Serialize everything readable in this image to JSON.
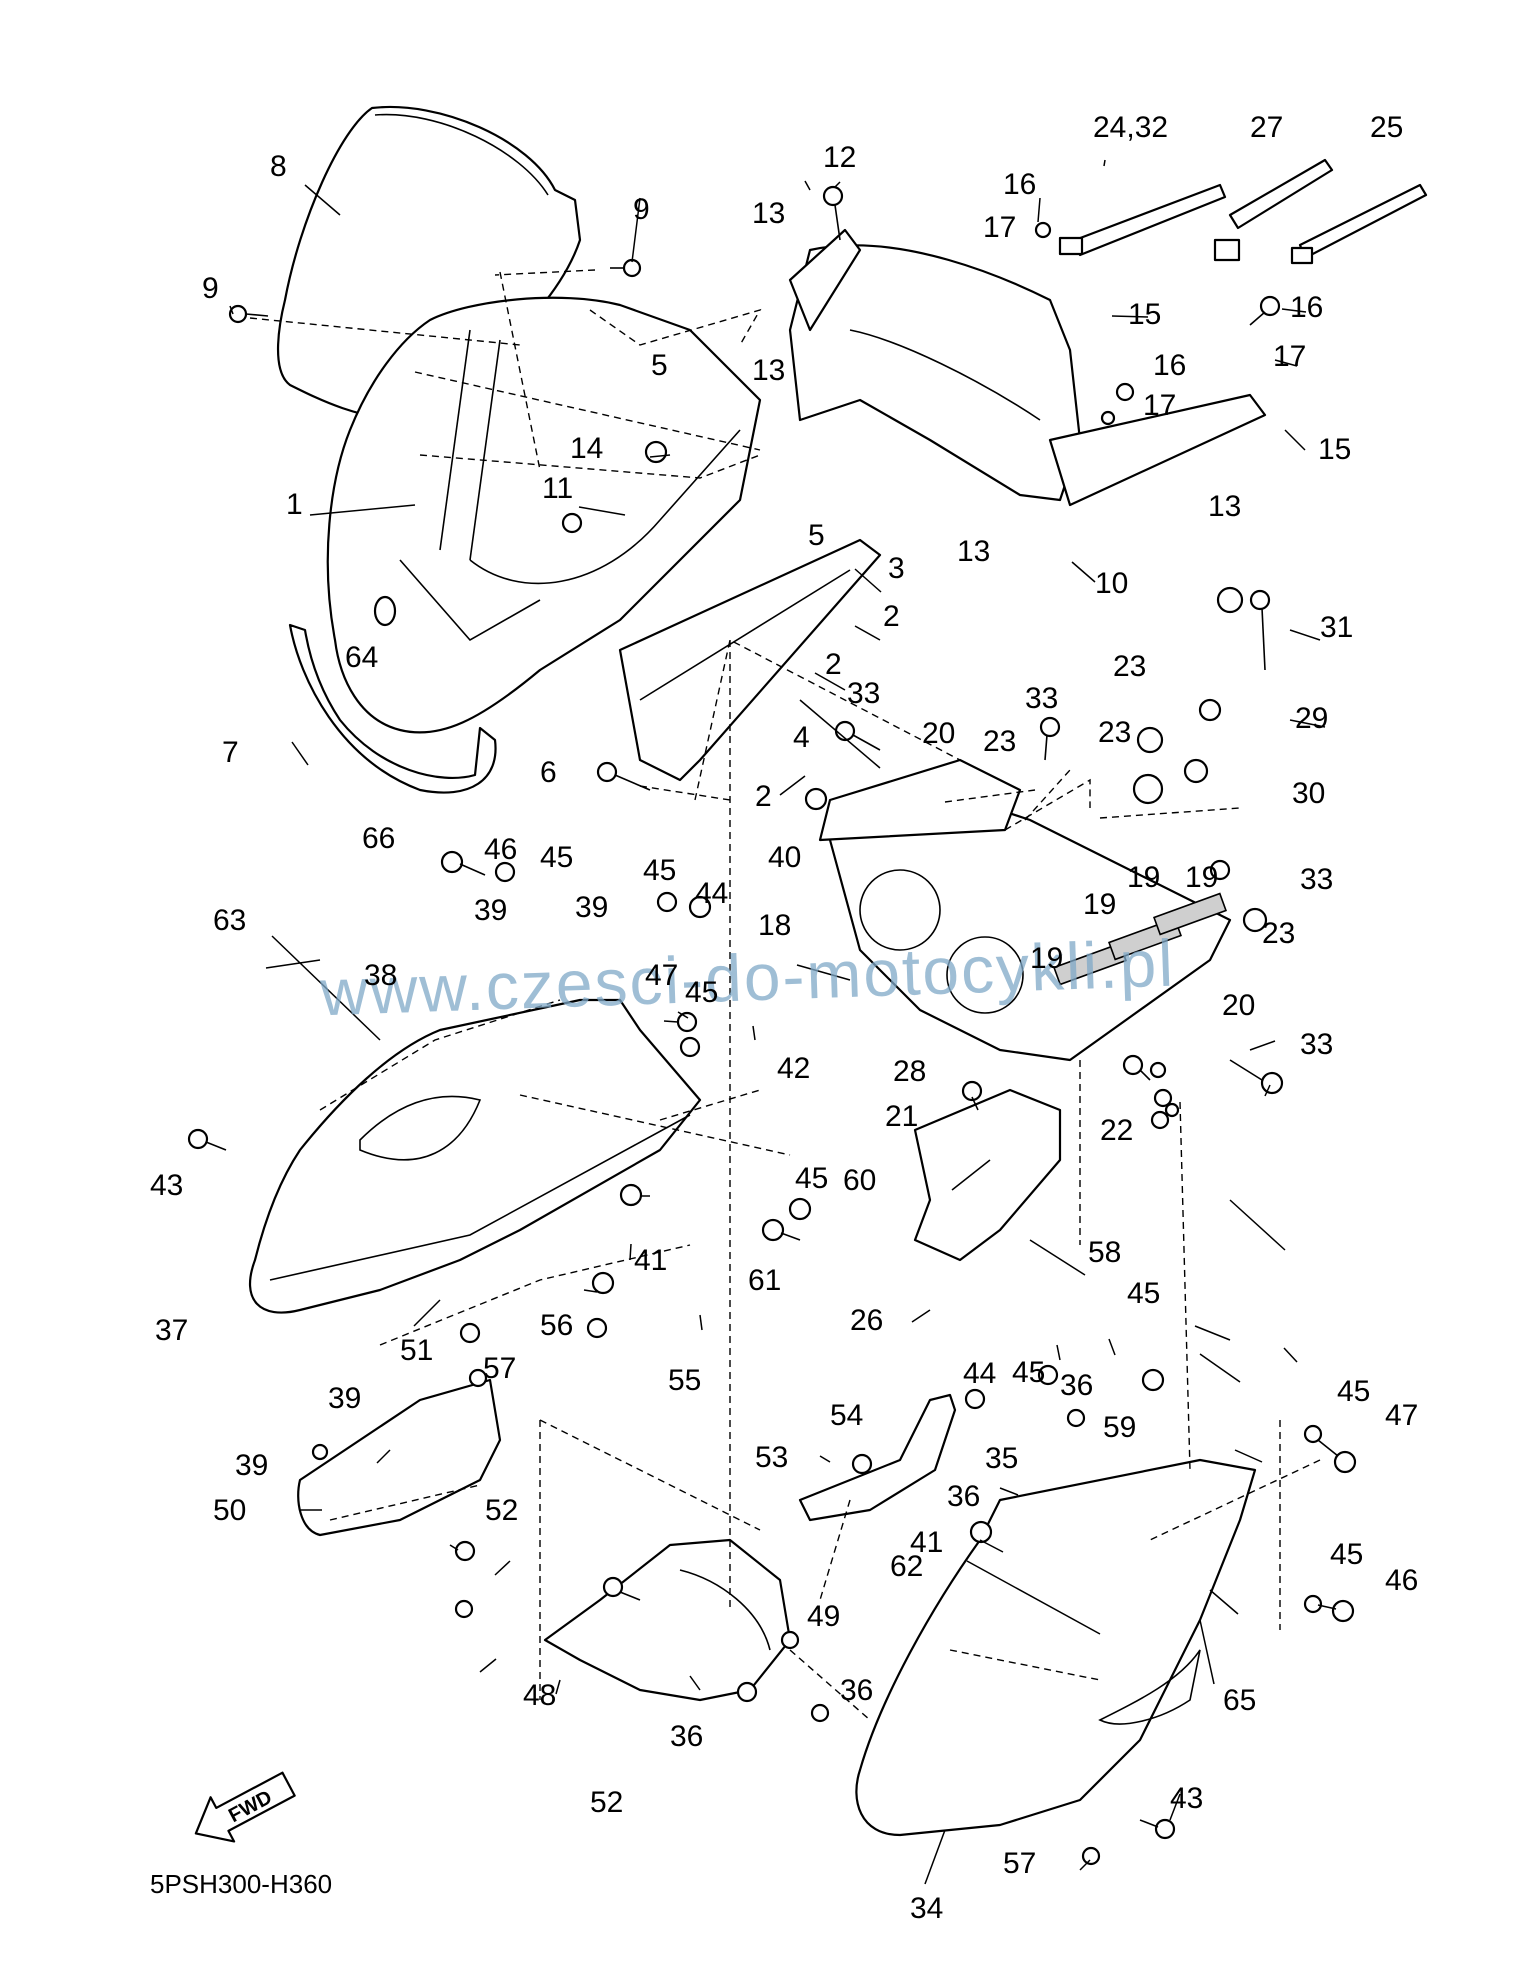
{
  "diagram_code": "5PSH300-H360",
  "watermark": "www.czesci-do-motocykli.pl",
  "fwd_label": "FWD",
  "callouts": [
    "1",
    "2",
    "3",
    "4",
    "5",
    "6",
    "7",
    "8",
    "9",
    "10",
    "11",
    "12",
    "13",
    "14",
    "15",
    "16",
    "17",
    "18",
    "19",
    "20",
    "21",
    "22",
    "23",
    "24,32",
    "25",
    "26",
    "27",
    "28",
    "29",
    "30",
    "31",
    "33",
    "34",
    "35",
    "36",
    "37",
    "38",
    "39",
    "40",
    "41",
    "42",
    "43",
    "44",
    "45",
    "46",
    "47",
    "48",
    "49",
    "50",
    "51",
    "52",
    "53",
    "54",
    "55",
    "56",
    "57",
    "58",
    "59",
    "60",
    "61",
    "62",
    "63",
    "64",
    "65",
    "66"
  ],
  "colors": {
    "line": "#000000",
    "watermark": "#7fa9c8",
    "background": "#ffffff"
  }
}
